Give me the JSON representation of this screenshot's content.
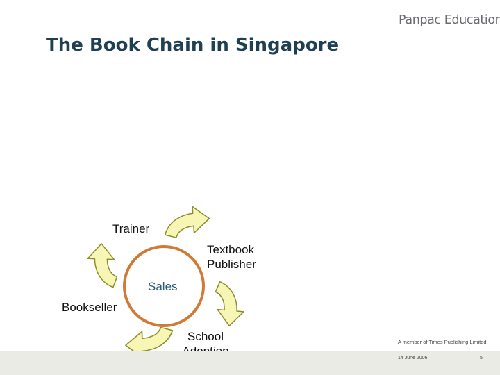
{
  "brand": "Panpac Education",
  "title": "The Book Chain in Singapore",
  "diagram": {
    "center_label": "Sales",
    "nodes": {
      "trainer": "Trainer",
      "publisher_line1": "Textbook",
      "publisher_line2": "Publisher",
      "adoption_line1": "School",
      "adoption_line2": "Adoption",
      "bookseller": "Bookseller"
    },
    "colors": {
      "circle": "#d07a35",
      "arrow_fill": "#f7f6b5",
      "arrow_stroke": "#8d8c2a",
      "center_text": "#2e5a73"
    }
  },
  "footer": {
    "member": "A member of Times Publishing Limited",
    "date": "14 June 2006",
    "page": "5"
  }
}
